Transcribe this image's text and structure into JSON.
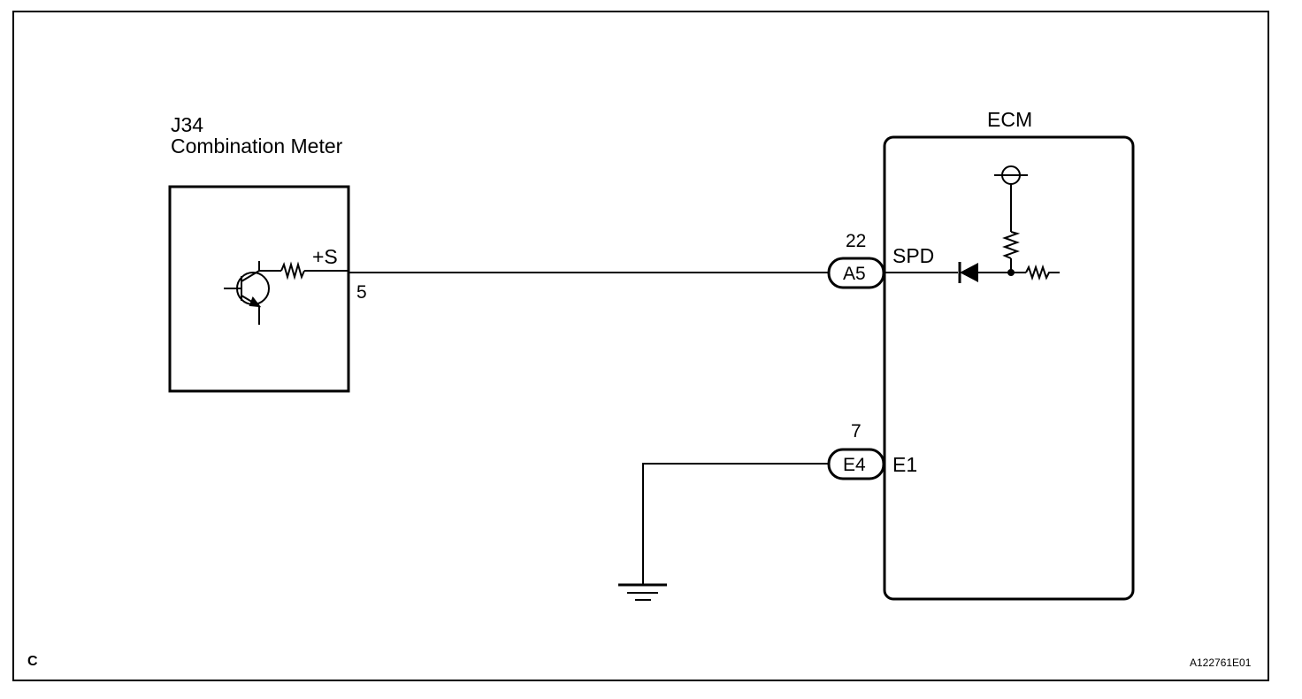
{
  "components": {
    "meter": {
      "id": "J34",
      "name": "Combination Meter",
      "terminal_name": "+S",
      "terminal_pin": "5"
    },
    "ecm": {
      "name": "ECM",
      "connections": [
        {
          "pin": "22",
          "connector": "A5",
          "terminal": "SPD"
        },
        {
          "pin": "7",
          "connector": "E4",
          "terminal": "E1"
        }
      ]
    }
  },
  "footer": {
    "corner_code": "C",
    "figure_id": "A122761E01"
  }
}
